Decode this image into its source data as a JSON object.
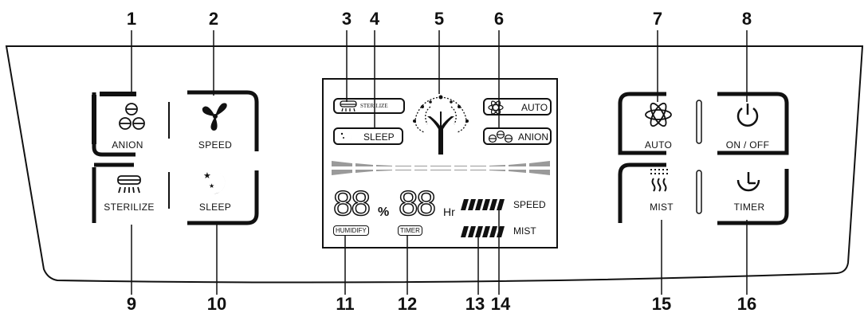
{
  "callouts": [
    "1",
    "2",
    "3",
    "4",
    "5",
    "6",
    "7",
    "8",
    "9",
    "10",
    "11",
    "12",
    "13",
    "14",
    "15",
    "16"
  ],
  "left_buttons": {
    "anion": "ANION",
    "speed": "SPEED",
    "sterilize": "STERILIZE",
    "sleep": "SLEEP"
  },
  "right_buttons": {
    "auto": "AUTO",
    "on_off": "ON / OFF",
    "mist": "MIST",
    "timer": "TIMER"
  },
  "display": {
    "sterilize": "STERILIZE",
    "sleep": "SLEEP",
    "auto": "AUTO",
    "anion": "ANION",
    "humidity_digits": "88",
    "humidity_unit": "%",
    "hours_digits": "88",
    "hours_unit": "Hr",
    "humidify_tag": "HUMIDIFY",
    "timer_tag": "TIMER",
    "speed_label": "SPEED",
    "mist_label": "MIST"
  }
}
